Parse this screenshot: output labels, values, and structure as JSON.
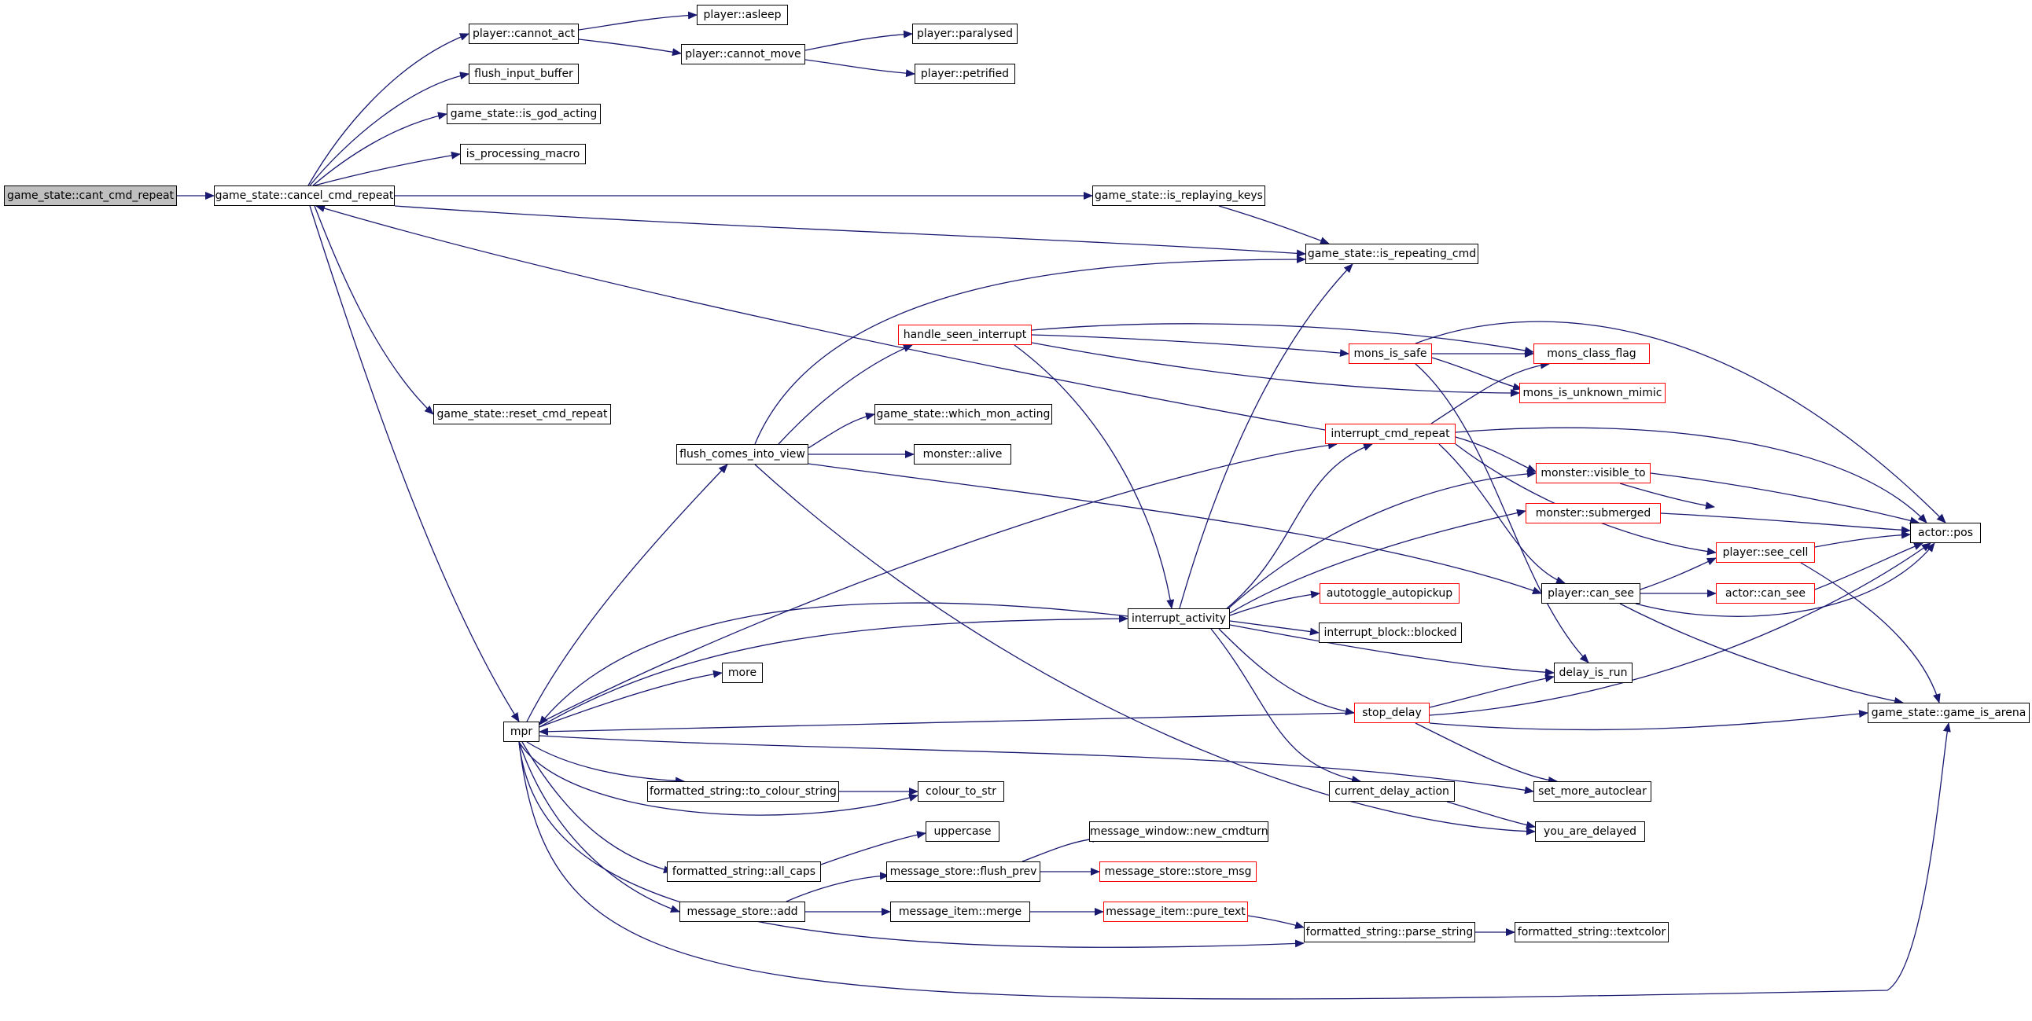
{
  "colors": {
    "edge": "#191970",
    "node_border": "#000000",
    "truncated_border": "#ff0000",
    "root_fill": "#bfbfbf",
    "background": "#ffffff"
  },
  "nodes": {
    "n_root": {
      "label": "game_state::cant_cmd_repeat",
      "kind": "root"
    },
    "n_cancel": {
      "label": "game_state::cancel_cmd_repeat",
      "kind": "normal"
    },
    "n_cannot_act": {
      "label": "player::cannot_act",
      "kind": "normal"
    },
    "n_asleep": {
      "label": "player::asleep",
      "kind": "normal"
    },
    "n_cannot_move": {
      "label": "player::cannot_move",
      "kind": "normal"
    },
    "n_paralysed": {
      "label": "player::paralysed",
      "kind": "normal"
    },
    "n_petrified": {
      "label": "player::petrified",
      "kind": "normal"
    },
    "n_flush_input": {
      "label": "flush_input_buffer",
      "kind": "normal"
    },
    "n_god_acting": {
      "label": "game_state::is_god_acting",
      "kind": "normal"
    },
    "n_macro": {
      "label": "is_processing_macro",
      "kind": "normal"
    },
    "n_replaying": {
      "label": "game_state::is_replaying_keys",
      "kind": "normal"
    },
    "n_repeating": {
      "label": "game_state::is_repeating_cmd",
      "kind": "normal"
    },
    "n_reset": {
      "label": "game_state::reset_cmd_repeat",
      "kind": "normal"
    },
    "n_handle_seen": {
      "label": "handle_seen_interrupt",
      "kind": "truncated"
    },
    "n_safe": {
      "label": "mons_is_safe",
      "kind": "truncated"
    },
    "n_class_flag": {
      "label": "mons_class_flag",
      "kind": "truncated"
    },
    "n_unknown_mimic": {
      "label": "mons_is_unknown_mimic",
      "kind": "truncated"
    },
    "n_which_mon": {
      "label": "game_state::which_mon_acting",
      "kind": "normal"
    },
    "n_flush_view": {
      "label": "flush_comes_into_view",
      "kind": "normal"
    },
    "n_alive": {
      "label": "monster::alive",
      "kind": "normal"
    },
    "n_interrupt_repeat": {
      "label": "interrupt_cmd_repeat",
      "kind": "truncated"
    },
    "n_visible_to": {
      "label": "monster::visible_to",
      "kind": "truncated"
    },
    "n_submerged": {
      "label": "monster::submerged",
      "kind": "truncated"
    },
    "n_actor_pos": {
      "label": "actor::pos",
      "kind": "normal"
    },
    "n_see_cell": {
      "label": "player::see_cell",
      "kind": "truncated"
    },
    "n_can_see": {
      "label": "player::can_see",
      "kind": "normal"
    },
    "n_actor_can_see": {
      "label": "actor::can_see",
      "kind": "truncated"
    },
    "n_interrupt_activity": {
      "label": "interrupt_activity",
      "kind": "normal"
    },
    "n_autotoggle": {
      "label": "autotoggle_autopickup",
      "kind": "truncated"
    },
    "n_blocked": {
      "label": "interrupt_block::blocked",
      "kind": "normal"
    },
    "n_more": {
      "label": "more",
      "kind": "normal"
    },
    "n_delay_run": {
      "label": "delay_is_run",
      "kind": "normal"
    },
    "n_mpr": {
      "label": "mpr",
      "kind": "normal"
    },
    "n_stop_delay": {
      "label": "stop_delay",
      "kind": "truncated"
    },
    "n_arena": {
      "label": "game_state::game_is_arena",
      "kind": "normal"
    },
    "n_to_colour": {
      "label": "formatted_string::to_colour_string",
      "kind": "normal"
    },
    "n_colour_str": {
      "label": "colour_to_str",
      "kind": "normal"
    },
    "n_current_delay": {
      "label": "current_delay_action",
      "kind": "normal"
    },
    "n_autoclear": {
      "label": "set_more_autoclear",
      "kind": "normal"
    },
    "n_uppercase": {
      "label": "uppercase",
      "kind": "normal"
    },
    "n_new_cmdturn": {
      "label": "message_window::new_cmdturn",
      "kind": "normal"
    },
    "n_delayed": {
      "label": "you_are_delayed",
      "kind": "normal"
    },
    "n_all_caps": {
      "label": "formatted_string::all_caps",
      "kind": "normal"
    },
    "n_flush_prev": {
      "label": "message_store::flush_prev",
      "kind": "normal"
    },
    "n_store_msg": {
      "label": "message_store::store_msg",
      "kind": "truncated"
    },
    "n_ms_add": {
      "label": "message_store::add",
      "kind": "normal"
    },
    "n_mi_merge": {
      "label": "message_item::merge",
      "kind": "normal"
    },
    "n_pure_text": {
      "label": "message_item::pure_text",
      "kind": "truncated"
    },
    "n_parse": {
      "label": "formatted_string::parse_string",
      "kind": "normal"
    },
    "n_textcolor": {
      "label": "formatted_string::textcolor",
      "kind": "normal"
    }
  }
}
